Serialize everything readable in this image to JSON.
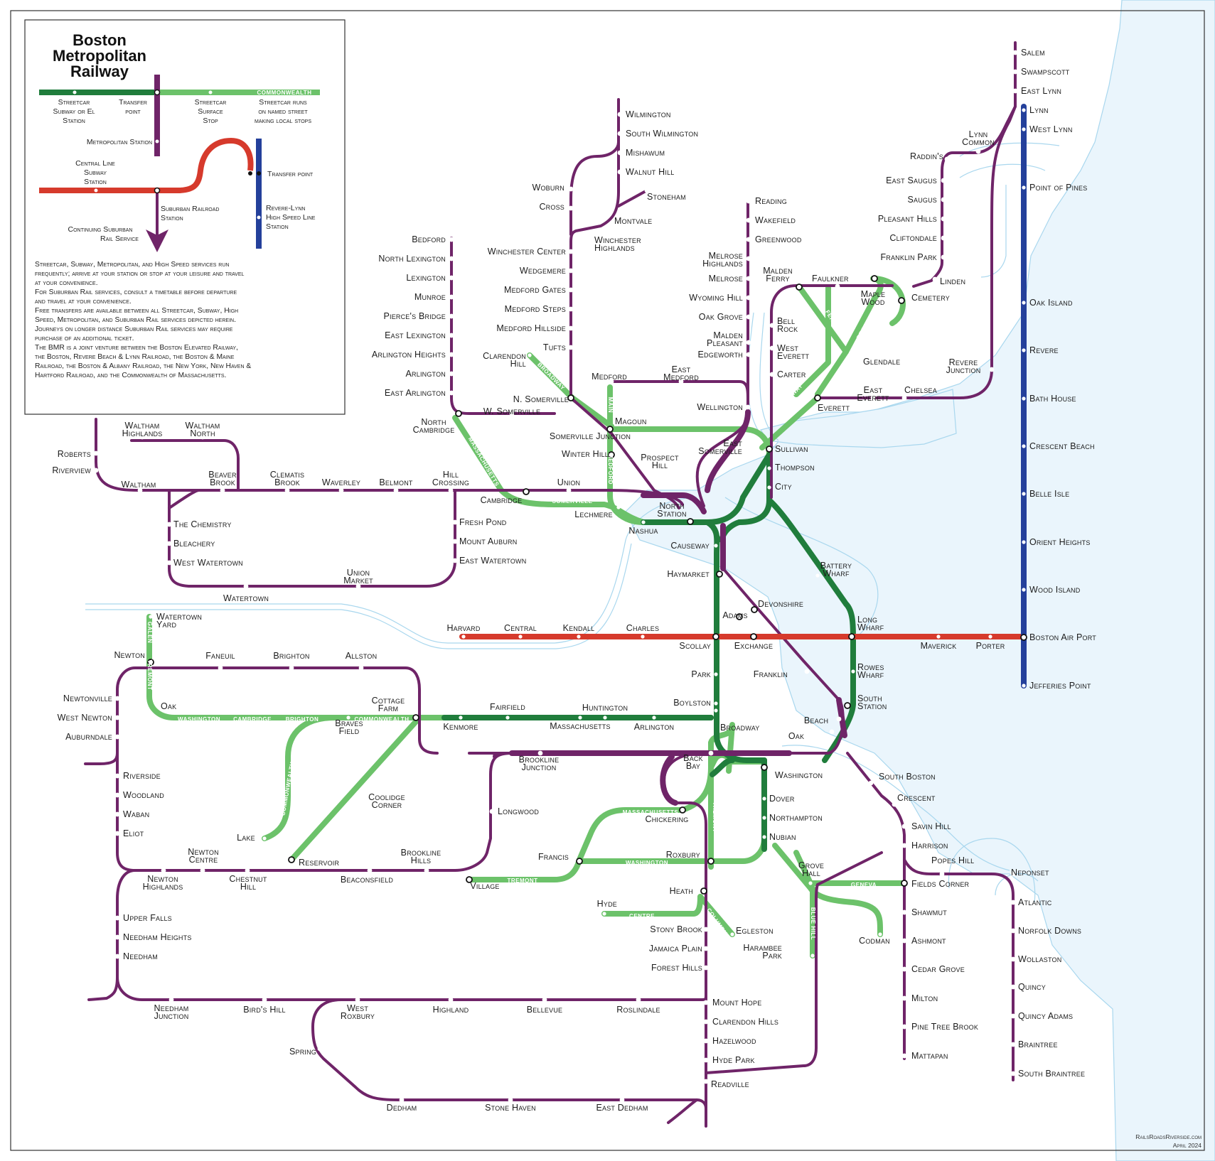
{
  "title": {
    "line1": "Boston",
    "line2": "Metropolitan",
    "line3": "Railway"
  },
  "colors": {
    "metropolitan": "#6f2468",
    "subway_streetcar": "#207d3c",
    "surface_streetcar": "#6cc26a",
    "central_line": "#d63a2c",
    "revere_lynn": "#24409b",
    "water": "#eaf5fc"
  },
  "legend": {
    "streetcar_subway": "Streetcar Subway or El Station",
    "transfer_point_1": "Transfer point",
    "streetcar_surface_stop": "Streetcar Surface Stop",
    "named_street": "Streetcar runs on named street making local stops",
    "street_name": "Commonwealth",
    "metropolitan_station": "Metropolitan Station",
    "central_line_station": "Central Line Subway Station",
    "transfer_point_2": "Transfer point",
    "suburban_station": "Suburban Railroad Station",
    "continuing_suburban": "Continuing Suburban Rail Service",
    "revere_lynn_station": "Revere-Lynn High Speed Line Station"
  },
  "notes": [
    "Streetcar, Subway, Metropolitan, and High Speed services run",
    "frequently; arrive at your station or stop at your leisure and travel",
    "at your convenience.",
    "",
    "For Suburban Rail services, consult a timetable before departure",
    "and travel at your convenience.",
    "",
    "Free transfers are available between all Streetcar, Subway, High",
    "Speed, Metropolitan, and Suburban Rail services depicted herein.",
    "Journeys on longer distance Suburban Rail services may require",
    "purchase of an additional ticket.",
    "",
    "The BMR is a joint venture between the Boston Elevated Railway,",
    "the Boston, Revere Beach & Lynn Railroad, the Boston & Maine",
    "Railroad, the Boston & Albany Railroad, the New York, New Haven &",
    "Hartford Railroad, and the Commonwealth of Massachusetts."
  ],
  "credit": {
    "site": "RailsRoadsRiverside.com",
    "date": "April 2024"
  },
  "street_names": [
    "Broadway",
    "Main",
    "Medford",
    "Somerville",
    "Massachusetts",
    "Ferry",
    "Broadway",
    "Galen",
    "Tremont",
    "Washington",
    "Cambridge",
    "Brighton",
    "Commonwealth",
    "Commonwealth",
    "Beacon",
    "Beacon",
    "Massachusetts",
    "Huntington",
    "Tremont",
    "Washington",
    "Tremont",
    "Centre",
    "Columbus",
    "Warren",
    "Blue Hill",
    "Geneva",
    "Broadway"
  ],
  "stations": [
    {
      "l": [
        "Salem"
      ]
    },
    {
      "l": [
        "Swampscott"
      ]
    },
    {
      "l": [
        "East Lynn"
      ]
    },
    {
      "l": [
        "Lynn"
      ]
    },
    {
      "l": [
        "West Lynn"
      ]
    },
    {
      "l": [
        "Lynn",
        "Common"
      ]
    },
    {
      "l": [
        "Raddin's"
      ]
    },
    {
      "l": [
        "Point of Pines"
      ]
    },
    {
      "l": [
        "East Saugus"
      ]
    },
    {
      "l": [
        "Saugus"
      ]
    },
    {
      "l": [
        "Pleasant Hills"
      ]
    },
    {
      "l": [
        "Cliftondale"
      ]
    },
    {
      "l": [
        "Franklin Park"
      ]
    },
    {
      "l": [
        "Linden"
      ]
    },
    {
      "l": [
        "Cemetery"
      ]
    },
    {
      "l": [
        "Oak Island"
      ]
    },
    {
      "l": [
        "Revere"
      ]
    },
    {
      "l": [
        "Bath House"
      ]
    },
    {
      "l": [
        "Crescent Beach"
      ]
    },
    {
      "l": [
        "Belle Isle"
      ]
    },
    {
      "l": [
        "Orient Heights"
      ]
    },
    {
      "l": [
        "Wood Island"
      ]
    },
    {
      "l": [
        "Boston Air Port"
      ]
    },
    {
      "l": [
        "Jefferies Point"
      ]
    },
    {
      "l": [
        "Wilmington"
      ]
    },
    {
      "l": [
        "South Wilmington"
      ]
    },
    {
      "l": [
        "Mishawum"
      ]
    },
    {
      "l": [
        "Walnut Hill"
      ]
    },
    {
      "l": [
        "Stoneham"
      ]
    },
    {
      "l": [
        "Woburn"
      ]
    },
    {
      "l": [
        "Cross"
      ]
    },
    {
      "l": [
        "Montvale"
      ]
    },
    {
      "l": [
        "Winchester",
        "Highlands"
      ]
    },
    {
      "l": [
        "Winchester Center"
      ]
    },
    {
      "l": [
        "Wedgemere"
      ]
    },
    {
      "l": [
        "Medford Gates"
      ]
    },
    {
      "l": [
        "Medford Steps"
      ]
    },
    {
      "l": [
        "Medford Hillside"
      ]
    },
    {
      "l": [
        "Tufts"
      ]
    },
    {
      "l": [
        "Clarendon",
        "Hill"
      ]
    },
    {
      "l": [
        "Reading"
      ]
    },
    {
      "l": [
        "Wakefield"
      ]
    },
    {
      "l": [
        "Greenwood"
      ]
    },
    {
      "l": [
        "Melrose",
        "Highlands"
      ]
    },
    {
      "l": [
        "Melrose"
      ]
    },
    {
      "l": [
        "Wyoming Hill"
      ]
    },
    {
      "l": [
        "Oak Grove"
      ]
    },
    {
      "l": [
        "Malden",
        "Pleasant"
      ]
    },
    {
      "l": [
        "Edgeworth"
      ]
    },
    {
      "l": [
        "Wellington"
      ]
    },
    {
      "l": [
        "Malden",
        "Ferry"
      ]
    },
    {
      "l": [
        "Faulkner"
      ]
    },
    {
      "l": [
        "Maple",
        "Wood"
      ]
    },
    {
      "l": [
        "Bell",
        "Rock"
      ]
    },
    {
      "l": [
        "West",
        "Everett"
      ]
    },
    {
      "l": [
        "Carter"
      ]
    },
    {
      "l": [
        "Glendale"
      ]
    },
    {
      "l": [
        "East",
        "Everett"
      ]
    },
    {
      "l": [
        "Chelsea"
      ]
    },
    {
      "l": [
        "Everett"
      ]
    },
    {
      "l": [
        "Revere",
        "Junction"
      ]
    },
    {
      "l": [
        "Bedford"
      ]
    },
    {
      "l": [
        "North Lexington"
      ]
    },
    {
      "l": [
        "Lexington"
      ]
    },
    {
      "l": [
        "Munroe"
      ]
    },
    {
      "l": [
        "Pierce's Bridge"
      ]
    },
    {
      "l": [
        "East Lexington"
      ]
    },
    {
      "l": [
        "Arlington Heights"
      ]
    },
    {
      "l": [
        "Arlington"
      ]
    },
    {
      "l": [
        "East Arlington"
      ]
    },
    {
      "l": [
        "North",
        "Cambridge"
      ]
    },
    {
      "l": [
        "W. Somerville"
      ]
    },
    {
      "l": [
        "N. Somerville"
      ]
    },
    {
      "l": [
        "Somerville Junction"
      ]
    },
    {
      "l": [
        "Winter Hill"
      ]
    },
    {
      "l": [
        "Prospect",
        "Hill"
      ]
    },
    {
      "l": [
        "Medford"
      ]
    },
    {
      "l": [
        "East",
        "Medford"
      ]
    },
    {
      "l": [
        "Magoun"
      ]
    },
    {
      "l": [
        "East",
        "Somerville"
      ]
    },
    {
      "l": [
        "Sullivan"
      ]
    },
    {
      "l": [
        "Thompson"
      ]
    },
    {
      "l": [
        "City"
      ]
    },
    {
      "l": [
        "Waltham",
        "Highlands"
      ]
    },
    {
      "l": [
        "Waltham",
        "North"
      ]
    },
    {
      "l": [
        "Roberts"
      ]
    },
    {
      "l": [
        "Riverview"
      ]
    },
    {
      "l": [
        "Waltham"
      ]
    },
    {
      "l": [
        "Beaver",
        "Brook"
      ]
    },
    {
      "l": [
        "Clematis",
        "Brook"
      ]
    },
    {
      "l": [
        "Waverley"
      ]
    },
    {
      "l": [
        "Belmont"
      ]
    },
    {
      "l": [
        "Hill",
        "Crossing"
      ]
    },
    {
      "l": [
        "Union"
      ]
    },
    {
      "l": [
        "Cambridge"
      ]
    },
    {
      "l": [
        "Lechmere"
      ]
    },
    {
      "l": [
        "North",
        "Station"
      ]
    },
    {
      "l": [
        "Nashua"
      ]
    },
    {
      "l": [
        "The Chemistry"
      ]
    },
    {
      "l": [
        "Bleachery"
      ]
    },
    {
      "l": [
        "West Watertown"
      ]
    },
    {
      "l": [
        "Fresh Pond"
      ]
    },
    {
      "l": [
        "Mount Auburn"
      ]
    },
    {
      "l": [
        "East Watertown"
      ]
    },
    {
      "l": [
        "Union",
        "Market"
      ]
    },
    {
      "l": [
        "Watertown"
      ]
    },
    {
      "l": [
        "Causeway"
      ]
    },
    {
      "l": [
        "Haymarket"
      ]
    },
    {
      "l": [
        "Battery",
        "Wharf"
      ]
    },
    {
      "l": [
        "Devonshire"
      ]
    },
    {
      "l": [
        "Adams"
      ]
    },
    {
      "l": [
        "Harvard"
      ]
    },
    {
      "l": [
        "Central"
      ]
    },
    {
      "l": [
        "Kendall"
      ]
    },
    {
      "l": [
        "Charles"
      ]
    },
    {
      "l": [
        "Scollay"
      ]
    },
    {
      "l": [
        "Exchange"
      ]
    },
    {
      "l": [
        "Long",
        "Wharf"
      ]
    },
    {
      "l": [
        "Maverick"
      ]
    },
    {
      "l": [
        "Porter"
      ]
    },
    {
      "l": [
        "Park"
      ]
    },
    {
      "l": [
        "Franklin"
      ]
    },
    {
      "l": [
        "Rowes",
        "Wharf"
      ]
    },
    {
      "l": [
        "Boylston"
      ]
    },
    {
      "l": [
        "South",
        "Station"
      ]
    },
    {
      "l": [
        "Broadway"
      ]
    },
    {
      "l": [
        "Beach"
      ]
    },
    {
      "l": [
        "Oak"
      ]
    },
    {
      "l": [
        "Watertown",
        "Yard"
      ]
    },
    {
      "l": [
        "Newton"
      ]
    },
    {
      "l": [
        "Faneuil"
      ]
    },
    {
      "l": [
        "Brighton"
      ]
    },
    {
      "l": [
        "Allston"
      ]
    },
    {
      "l": [
        "Newtonville"
      ]
    },
    {
      "l": [
        "West Newton"
      ]
    },
    {
      "l": [
        "Auburndale"
      ]
    },
    {
      "l": [
        "Oak"
      ]
    },
    {
      "l": [
        "Cottage",
        "Farm"
      ]
    },
    {
      "l": [
        "Braves",
        "Field"
      ]
    },
    {
      "l": [
        "Fairfield"
      ]
    },
    {
      "l": [
        "Huntington"
      ]
    },
    {
      "l": [
        "Kenmore"
      ]
    },
    {
      "l": [
        "Massachusetts"
      ]
    },
    {
      "l": [
        "Arlington"
      ]
    },
    {
      "l": [
        "Brookline",
        "Junction"
      ]
    },
    {
      "l": [
        "Back",
        "Bay"
      ]
    },
    {
      "l": [
        "Washington"
      ]
    },
    {
      "l": [
        "Riverside"
      ]
    },
    {
      "l": [
        "Woodland"
      ]
    },
    {
      "l": [
        "Waban"
      ]
    },
    {
      "l": [
        "Eliot"
      ]
    },
    {
      "l": [
        "Coolidge",
        "Corner"
      ]
    },
    {
      "l": [
        "Longwood"
      ]
    },
    {
      "l": [
        "Lake"
      ]
    },
    {
      "l": [
        "Chickering"
      ]
    },
    {
      "l": [
        "Dover"
      ]
    },
    {
      "l": [
        "Northampton"
      ]
    },
    {
      "l": [
        "Nubian"
      ]
    },
    {
      "l": [
        "Newton",
        "Centre"
      ]
    },
    {
      "l": [
        "Newton",
        "Highlands"
      ]
    },
    {
      "l": [
        "Chestnut",
        "Hill"
      ]
    },
    {
      "l": [
        "Reservoir"
      ]
    },
    {
      "l": [
        "Beaconsfield"
      ]
    },
    {
      "l": [
        "Brookline",
        "Hills"
      ]
    },
    {
      "l": [
        "Village"
      ]
    },
    {
      "l": [
        "Francis"
      ]
    },
    {
      "l": [
        "Roxbury"
      ]
    },
    {
      "l": [
        "Grove",
        "Hall"
      ]
    },
    {
      "l": [
        "South Boston"
      ]
    },
    {
      "l": [
        "Crescent"
      ]
    },
    {
      "l": [
        "Savin Hill"
      ]
    },
    {
      "l": [
        "Harrison"
      ]
    },
    {
      "l": [
        "Popes Hill"
      ]
    },
    {
      "l": [
        "Neponset"
      ]
    },
    {
      "l": [
        "Fields Corner"
      ]
    },
    {
      "l": [
        "Atlantic"
      ]
    },
    {
      "l": [
        "Shawmut"
      ]
    },
    {
      "l": [
        "Norfolk Downs"
      ]
    },
    {
      "l": [
        "Ashmont"
      ]
    },
    {
      "l": [
        "Wollaston"
      ]
    },
    {
      "l": [
        "Cedar Grove"
      ]
    },
    {
      "l": [
        "Quincy"
      ]
    },
    {
      "l": [
        "Milton"
      ]
    },
    {
      "l": [
        "Quincy Adams"
      ]
    },
    {
      "l": [
        "Pine Tree Brook"
      ]
    },
    {
      "l": [
        "Braintree"
      ]
    },
    {
      "l": [
        "Mattapan"
      ]
    },
    {
      "l": [
        "South Braintree"
      ]
    },
    {
      "l": [
        "Heath"
      ]
    },
    {
      "l": [
        "Hyde"
      ]
    },
    {
      "l": [
        "Stony Brook"
      ]
    },
    {
      "l": [
        "Egleston"
      ]
    },
    {
      "l": [
        "Harambee",
        "Park"
      ]
    },
    {
      "l": [
        "Codman"
      ]
    },
    {
      "l": [
        "Jamaica Plain"
      ]
    },
    {
      "l": [
        "Forest Hills"
      ]
    },
    {
      "l": [
        "Upper Falls"
      ]
    },
    {
      "l": [
        "Needham Heights"
      ]
    },
    {
      "l": [
        "Needham"
      ]
    },
    {
      "l": [
        "Needham",
        "Junction"
      ]
    },
    {
      "l": [
        "Bird's Hill"
      ]
    },
    {
      "l": [
        "West",
        "Roxbury"
      ]
    },
    {
      "l": [
        "Highland"
      ]
    },
    {
      "l": [
        "Bellevue"
      ]
    },
    {
      "l": [
        "Roslindale"
      ]
    },
    {
      "l": [
        "Mount Hope"
      ]
    },
    {
      "l": [
        "Clarendon Hills"
      ]
    },
    {
      "l": [
        "Hazelwood"
      ]
    },
    {
      "l": [
        "Hyde Park"
      ]
    },
    {
      "l": [
        "Spring"
      ]
    },
    {
      "l": [
        "Readville"
      ]
    },
    {
      "l": [
        "Dedham"
      ]
    },
    {
      "l": [
        "Stone Haven"
      ]
    },
    {
      "l": [
        "East Dedham"
      ]
    }
  ]
}
